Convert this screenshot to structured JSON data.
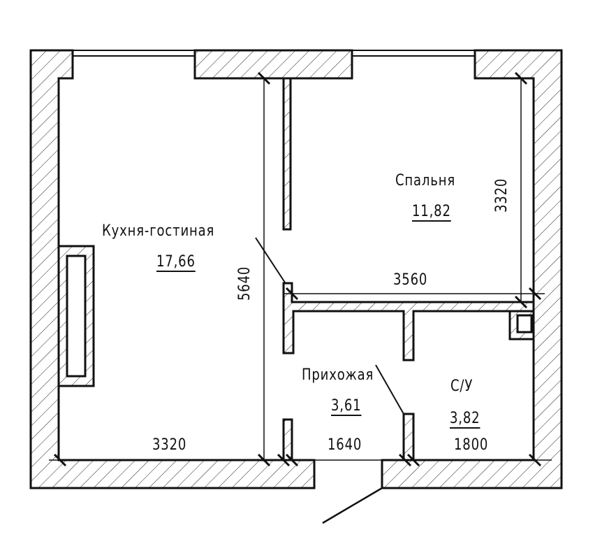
{
  "plan": {
    "rooms": [
      {
        "name": "Кухня-гостиная",
        "area": "17,66"
      },
      {
        "name": "Спальня",
        "area": "11,82"
      },
      {
        "name": "Прихожая",
        "area": "3,61"
      },
      {
        "name": "С/У",
        "area": "3,82"
      }
    ],
    "dimensions": {
      "kitchen_width": "3320",
      "kitchen_length": "5640",
      "bedroom_width": "3560",
      "bedroom_length": "3320",
      "hall_width": "1640",
      "bath_width": "1800"
    },
    "colors": {
      "line": "#111111",
      "background": "#ffffff"
    }
  }
}
